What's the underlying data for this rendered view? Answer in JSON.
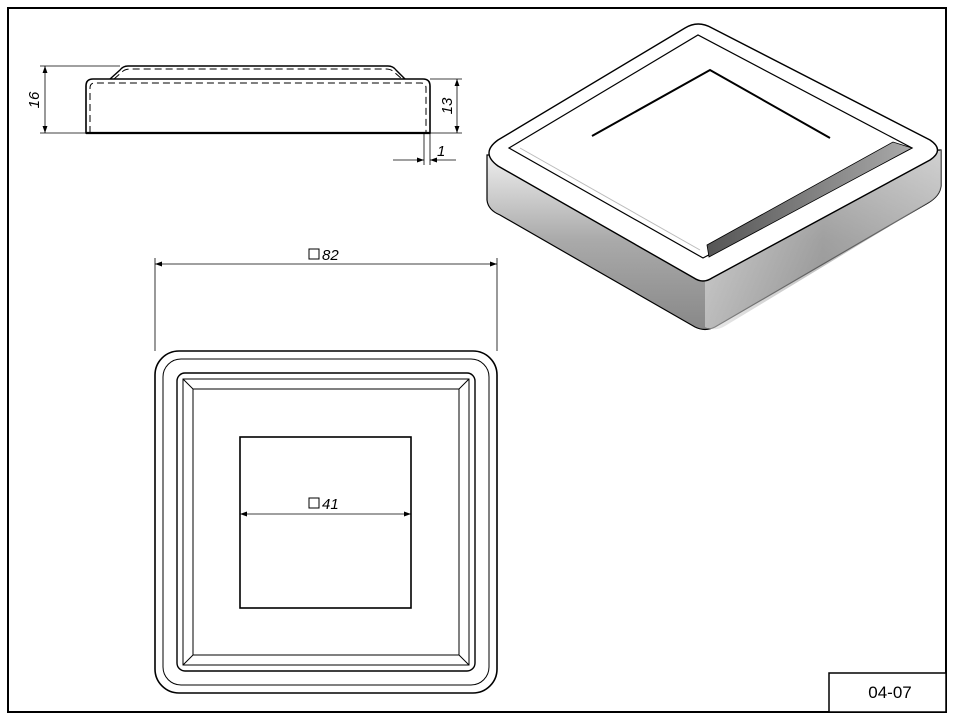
{
  "drawing": {
    "code": "04-07",
    "dimensions": {
      "height_total": "16",
      "height_body": "13",
      "wall_thickness": "1",
      "outer_square": "82",
      "inner_square": "41"
    },
    "square_symbol": "□"
  }
}
